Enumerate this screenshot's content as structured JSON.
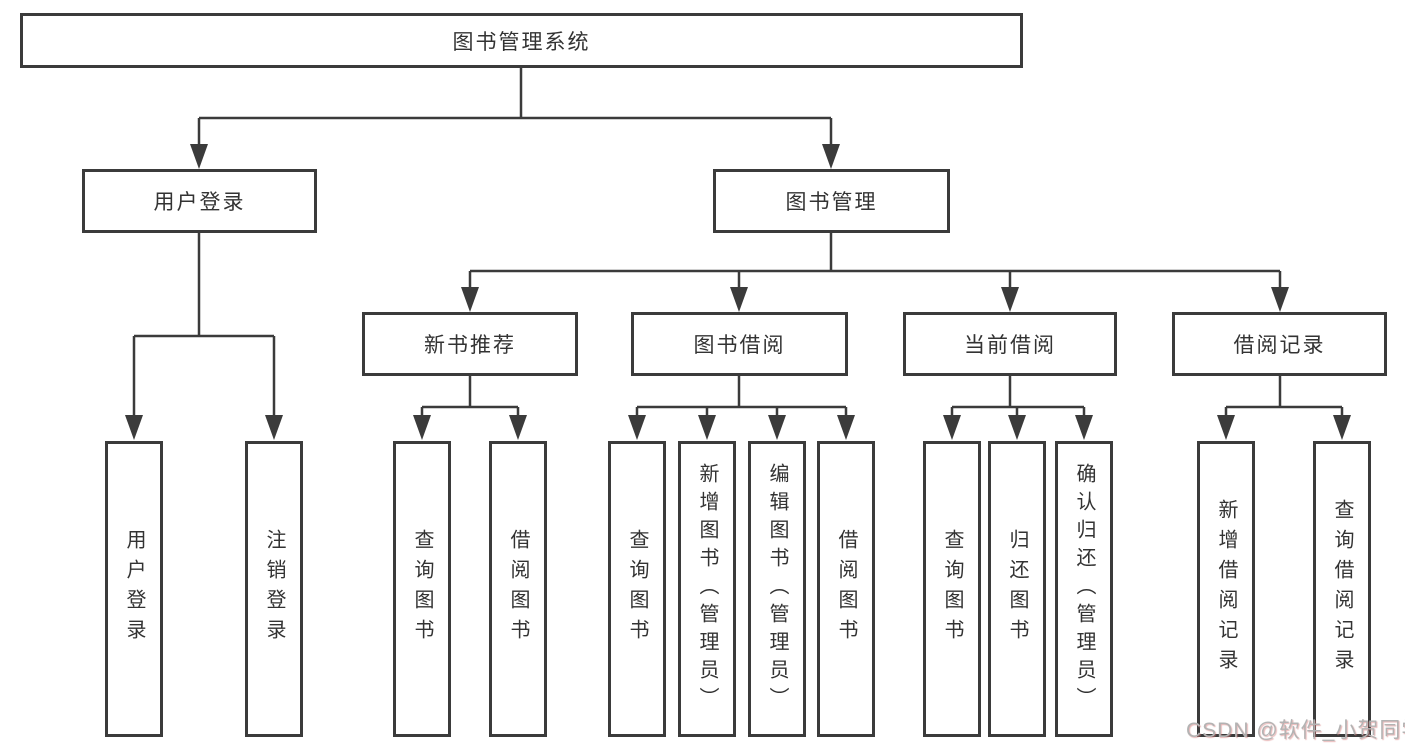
{
  "diagram": {
    "root": "图书管理系统",
    "level2": [
      "用户登录",
      "图书管理"
    ],
    "level3": [
      "新书推荐",
      "图书借阅",
      "当前借阅",
      "借阅记录"
    ],
    "leaves": [
      "用户登录",
      "注销登录",
      "查询图书",
      "借阅图书",
      "查询图书",
      "新增图书（管理员）",
      "编辑图书（管理员）",
      "借阅图书",
      "查询图书",
      "归还图书",
      "确认归还（管理员）",
      "新增借阅记录",
      "查询借阅记录"
    ]
  },
  "watermark": "CSDN @软件_小贺同学",
  "colors": {
    "line": "#3b3b3b",
    "box_border": "#3b3b3b",
    "box_background": "#ffffff",
    "text": "#333333",
    "watermark_text": "#b3b3b3",
    "page_background": "#ffffff"
  }
}
